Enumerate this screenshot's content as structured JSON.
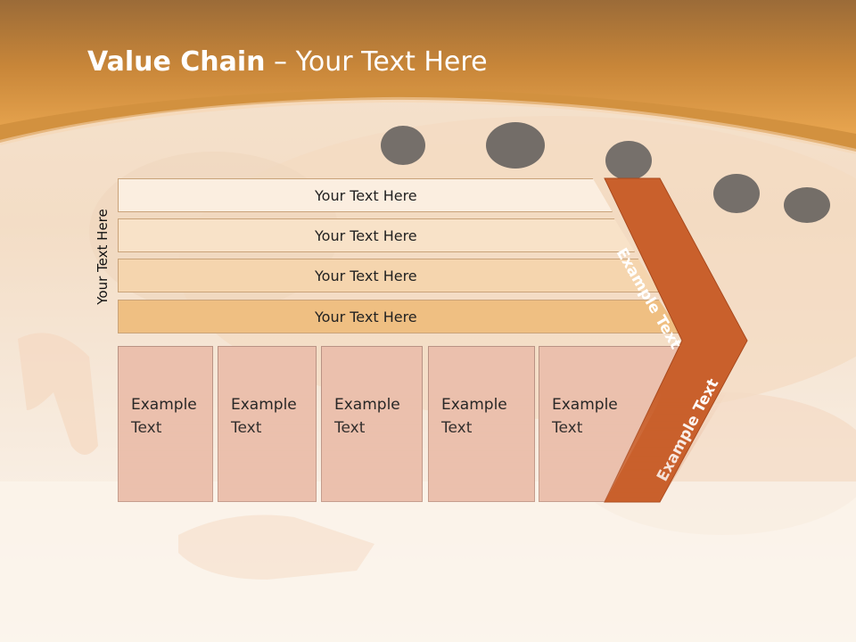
{
  "slide": {
    "title_bold": "Value Chain",
    "title_rest": " – Your Text Here",
    "side_label": "Your Text Here",
    "bars": [
      "Your Text Here",
      "Your Text Here",
      "Your Text Here",
      "Your Text Here"
    ],
    "columns": [
      "Example\nText",
      "Example\nText",
      "Example\nText",
      "Example\nText",
      "Example\nText"
    ],
    "chevron_top_label": "Example Text",
    "chevron_bottom_label": "Example Text"
  },
  "colors": {
    "header": "#c98a3f",
    "chevron": "#c9602c",
    "column_fill": "#ebc0ad",
    "bar_fills": [
      "#fbeee0",
      "#f8e2c8",
      "#f5d5ae",
      "#efbf82"
    ]
  }
}
